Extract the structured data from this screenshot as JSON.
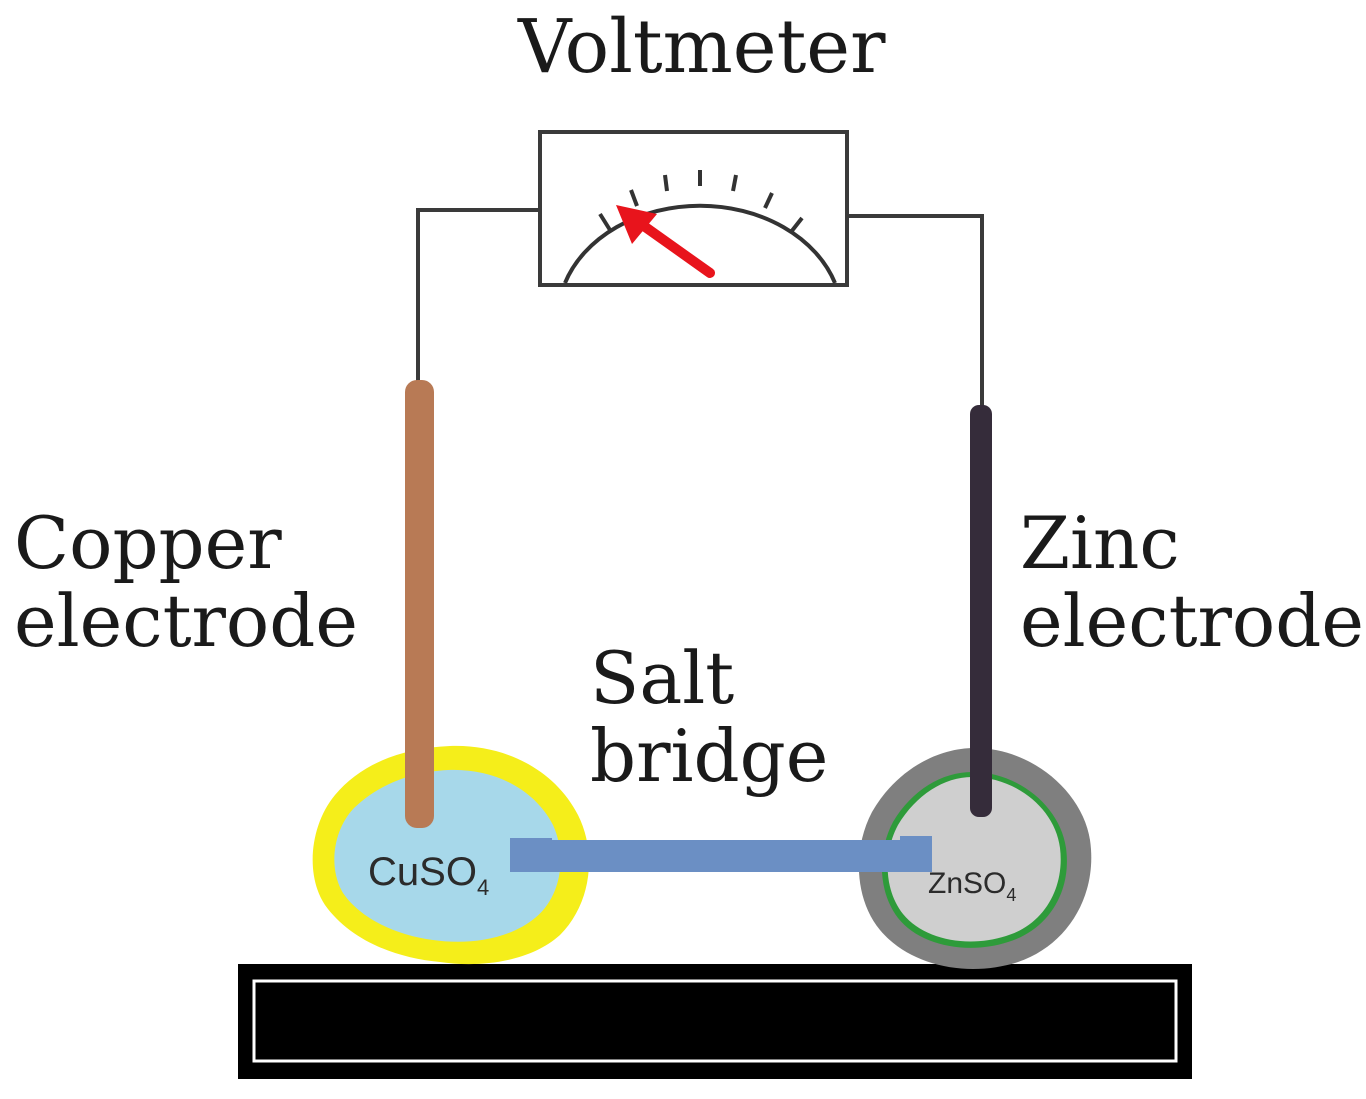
{
  "labels": {
    "voltmeter": "Voltmeter",
    "copper_electrode_line1": "Copper",
    "copper_electrode_line2": "electrode",
    "zinc_electrode_line1": "Zinc",
    "zinc_electrode_line2": "electrode",
    "salt_bridge_line1": "Salt",
    "salt_bridge_line2": "bridge"
  },
  "solutions": {
    "copper": {
      "base": "CuSO",
      "subscript": "4"
    },
    "zinc": {
      "base": "ZnSO",
      "subscript": "4"
    }
  },
  "colors": {
    "copper_electrode": "#b87a55",
    "zinc_electrode": "#352c3a",
    "cuso4_solution": "#a7d8ea",
    "cuso4_rim": "#f5ee1a",
    "znso4_solution": "#cfcfcf",
    "znso4_rim": "#7f7f7f",
    "zn_inner_ring": "#2e9b3a",
    "salt_bridge": "#6b8fc4",
    "needle": "#e8141c",
    "base_bar": "#000000"
  }
}
